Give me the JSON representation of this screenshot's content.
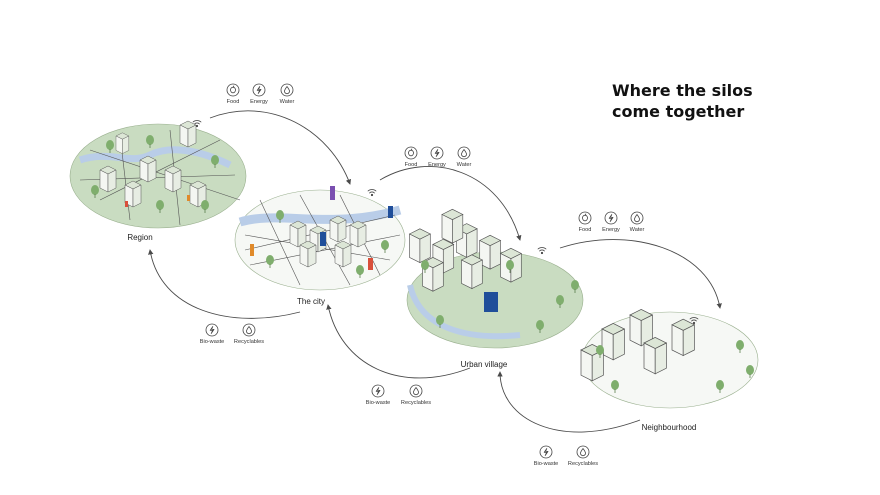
{
  "title": {
    "line1": "Where the silos",
    "line2": "come together"
  },
  "places": {
    "region": "Region",
    "city": "The city",
    "urban_village": "Urban village",
    "neighbourhood": "Neighbourhood"
  },
  "inputs": {
    "food": "Food",
    "energy": "Energy",
    "water": "Water"
  },
  "outputs": {
    "biowaste": "Bio-waste",
    "recyclables": "Recyclables"
  },
  "colors": {
    "green_ground": "#c9dcc1",
    "tree": "#7fae6d",
    "building_face": "#f4f6f2",
    "building_roof": "#dce6d6",
    "water": "#b9cde8",
    "accent_blue": "#1f4e9a",
    "accent_purple": "#7a4fb0",
    "accent_red": "#d94f3a",
    "accent_orange": "#e08a2a",
    "line": "#4a4a4a"
  },
  "icons": {
    "food": "apple-icon",
    "energy": "lightning-icon",
    "water": "water-drop-icon",
    "biowaste": "lightning-icon",
    "recyclables": "water-drop-icon",
    "connectivity": "wifi-icon"
  }
}
